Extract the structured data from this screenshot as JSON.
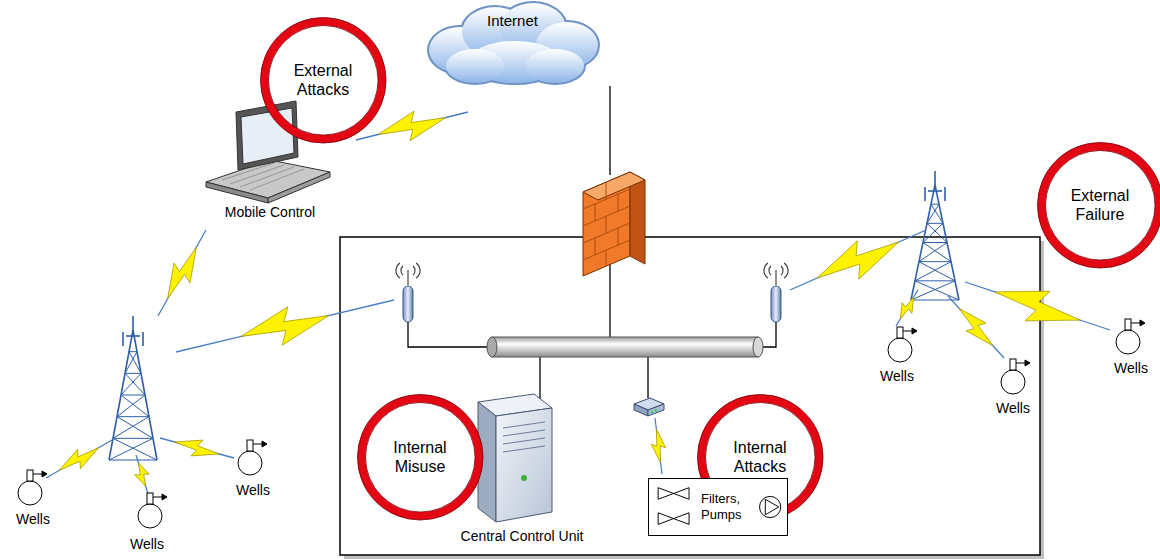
{
  "diagram": {
    "nodes": [
      {
        "text": [
          "Internet"
        ]
      },
      {
        "text": [
          "External Attacks"
        ]
      },
      {
        "text": [
          "External Failure"
        ]
      },
      {
        "text": [
          "Internal Misuse"
        ]
      },
      {
        "text": [
          "Internal Attacks"
        ]
      },
      {
        "text": [
          "Filters, Pumps"
        ]
      }
    ],
    "labels": [
      "Mobile Control",
      "Wells",
      "Wells",
      "Wells",
      "Wells",
      "Central Control Unit",
      "Wells",
      "Wells"
    ]
  }
}
